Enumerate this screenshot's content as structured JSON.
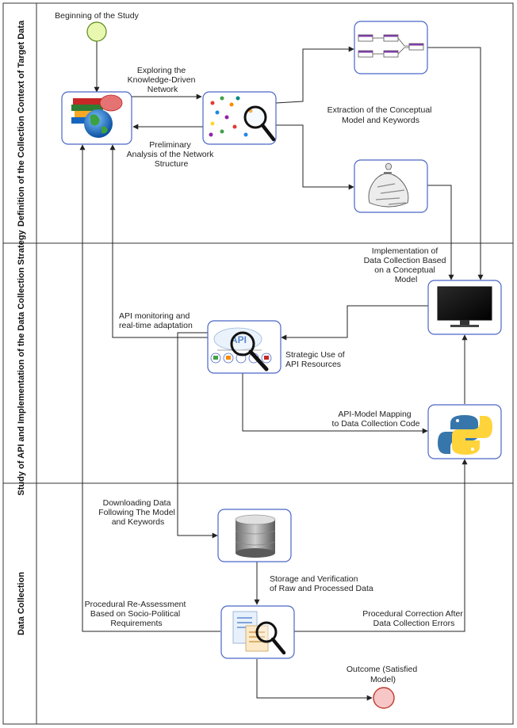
{
  "lanes": [
    {
      "title": "Definition of the Collection Context of Target Data"
    },
    {
      "title": "Study of API and Implementation of the Data Collection Strategy"
    },
    {
      "title": "Data Collection"
    }
  ],
  "start_event": {
    "label": "Beginning of the Study"
  },
  "end_event": {
    "label_lines": [
      "Outcome (Satisfied",
      "Model)"
    ]
  },
  "icons": {
    "books_globe": "books-globe-icon",
    "network": "network-magnifier-icon",
    "conceptual_model": "conceptual-model-icon",
    "keywords_bag": "keywords-bag-icon",
    "monitor": "monitor-icon",
    "api": "api-magnifier-icon",
    "python": "python-icon",
    "database": "database-icon",
    "document_review": "document-magnifier-icon"
  },
  "flow_labels": {
    "exploring": [
      "Exploring the",
      "Knowledge-Driven",
      "Network"
    ],
    "preliminary": [
      "Preliminary",
      "Analysis of the Network",
      "Structure"
    ],
    "extraction": [
      "Extraction of the Conceptual",
      "Model and Keywords"
    ],
    "implementation": [
      "Implementation of",
      "Data Collection Based",
      "on a Conceptual",
      "Model"
    ],
    "api_monitoring": [
      "API monitoring and",
      "real-time adaptation"
    ],
    "strategic_use": [
      "Strategic Use of",
      "API Resources"
    ],
    "api_model_mapping": [
      "API-Model Mapping",
      "to Data Collection Code"
    ],
    "downloading": [
      "Downloading Data",
      "Following The Model",
      "and Keywords"
    ],
    "storage": [
      "Storage and Verification",
      "of Raw and Processed Data"
    ],
    "reassessment": [
      "Procedural Re-Assessment",
      "Based on Socio-Political",
      "Requirements"
    ],
    "correction": [
      "Procedural Correction After",
      "Data Collection Errors"
    ]
  },
  "colors": {
    "node_border": "#4a66c8",
    "lane_border": "#333333",
    "start_fill": "#e8f8b0",
    "start_stroke": "#5a8a1a",
    "end_fill": "#f7c6c6",
    "end_stroke": "#c0392b",
    "connector": "#222222"
  }
}
